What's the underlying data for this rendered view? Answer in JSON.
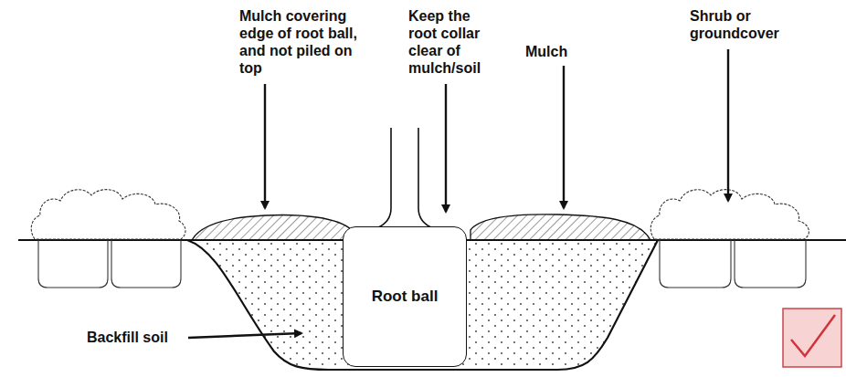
{
  "diagram": {
    "nodes": [
      {
        "text": [
          "Root ball"
        ]
      }
    ],
    "labels": [
      "Mulch covering edge of root ball, and not piled on top",
      "Keep the root collar clear of mulch/soil",
      "Mulch",
      "Shrub or groundcover",
      "Backfill soil"
    ]
  }
}
